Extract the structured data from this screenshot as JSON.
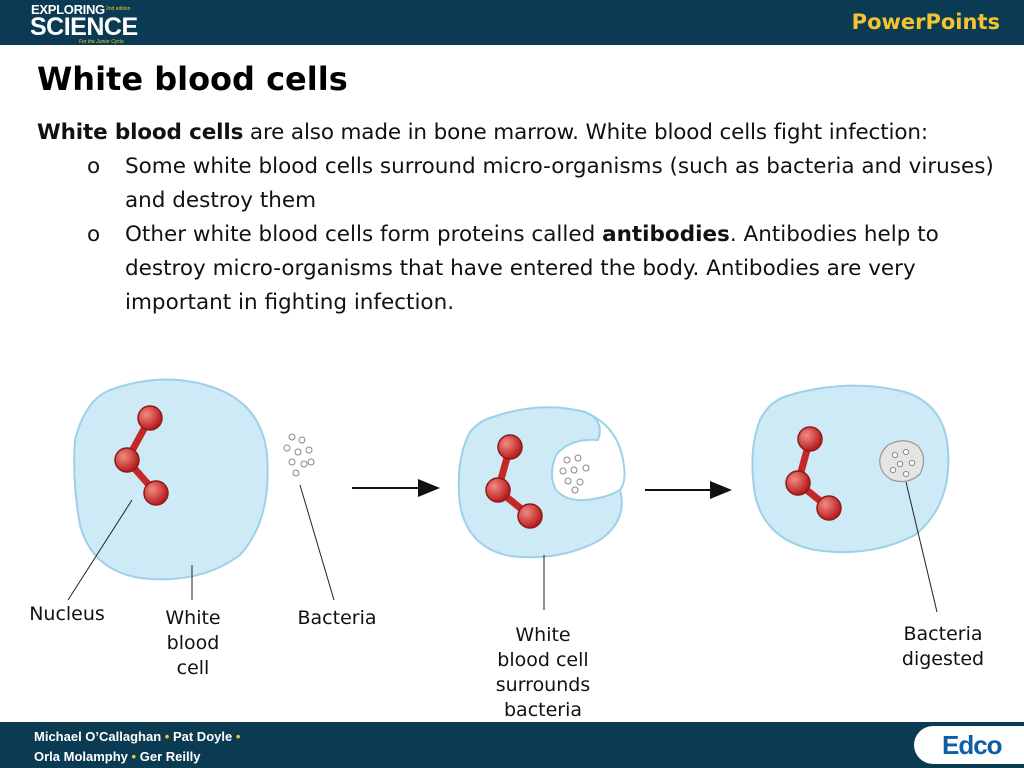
{
  "header": {
    "logo_line1": "EXPLORING",
    "logo_edition": "2nd edition",
    "logo_line2": "SCIENCE",
    "logo_tagline": "For the Junior Cycle",
    "brand": "PowerPoints"
  },
  "slide": {
    "title": "White blood cells",
    "intro_bold": "White blood cells",
    "intro_rest": " are also made in bone marrow. White blood cells fight infection:",
    "bullet_marker": "o",
    "bullet1": "Some white blood cells surround micro-organisms (such as bacteria and viruses) and destroy them",
    "bullet2_start": "Other white blood cells form proteins called ",
    "bullet2_bold": "antibodies",
    "bullet2_end": ". Antibodies help to destroy micro-organisms that have entered the body. Antibodies are very important in fighting infection."
  },
  "diagram": {
    "cell_color": "#cfeaf7",
    "nucleus_color": "#c62828",
    "labels": {
      "nucleus": "Nucleus",
      "white_blood_cell": [
        "White",
        "blood",
        "cell"
      ],
      "bacteria": "Bacteria",
      "surrounds": [
        "White",
        "blood cell",
        "surrounds",
        "bacteria"
      ],
      "digested": [
        "Bacteria",
        "digested"
      ]
    }
  },
  "footer": {
    "authors_line1_a": "Michael O’Callaghan",
    "authors_line1_b": "Pat Doyle",
    "authors_line2_a": "Orla Molamphy",
    "authors_line2_b": "Ger Reilly",
    "separator": "•",
    "publisher": "Edco"
  }
}
